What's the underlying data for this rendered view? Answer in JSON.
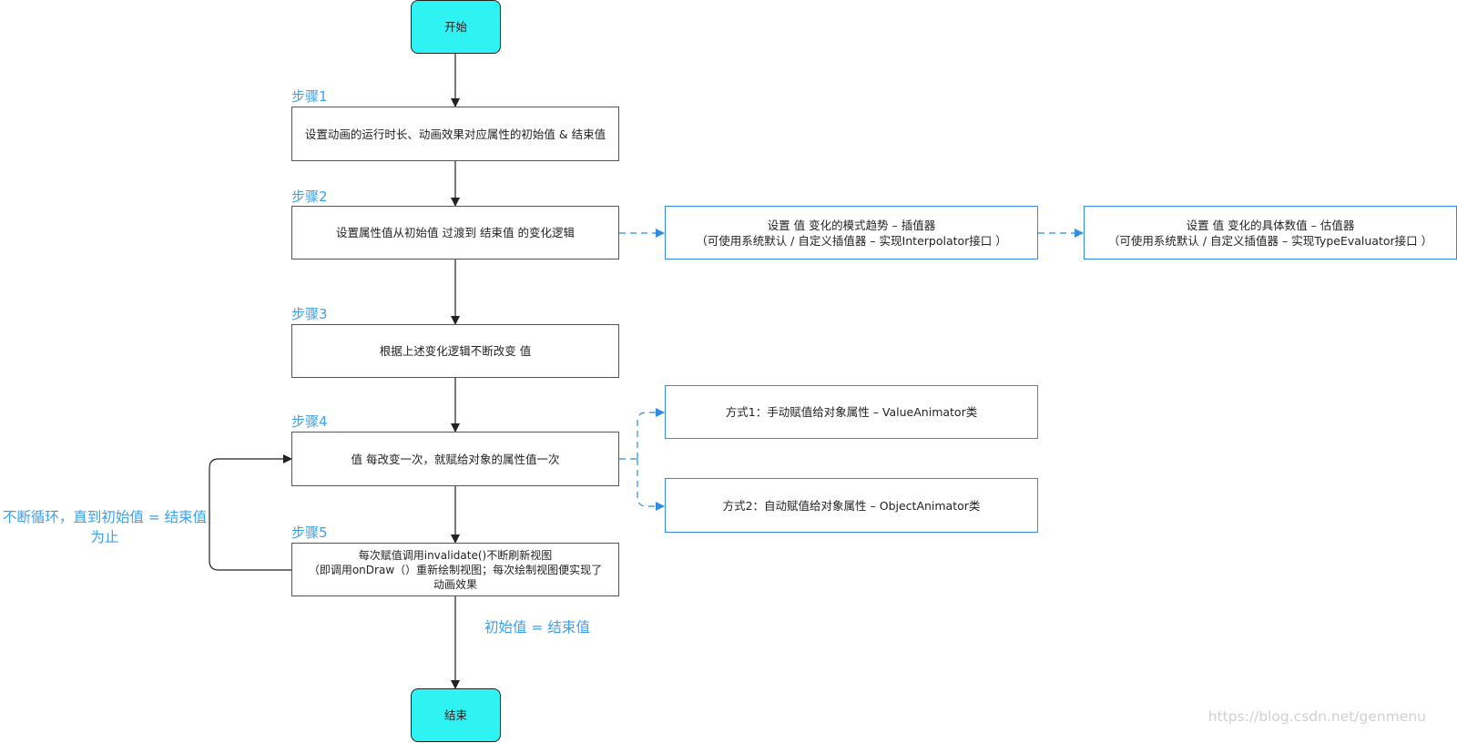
{
  "nodes": {
    "start": "开始",
    "step1": "设置动画的运行时长、动画效果对应属性的初始值 & 结束值",
    "step2": "设置属性值从初始值 过渡到 结束值 的变化逻辑",
    "interpolator": "设置 值 变化的模式趋势 – 插值器\n（可使用系统默认 / 自定义插值器 – 实现Interpolator接口 ）",
    "evaluator": "设置 值 变化的具体数值 – 估值器\n（可使用系统默认 / 自定义插值器 – 实现TypeEvaluator接口 ）",
    "step3": "根据上述变化逻辑不断改变 值",
    "step4": "值 每改变一次，就赋给对象的属性值一次",
    "mode1": "方式1：手动赋值给对象属性 – ValueAnimator类",
    "mode2": "方式2：自动赋值给对象属性 – ObjectAnimator类",
    "step5": "每次赋值调用invalidate()不断刷新视图\n（即调用onDraw（）重新绘制视图；每次绘制视图便实现了\n动画效果",
    "end": "结束"
  },
  "step_labels": {
    "s1": "步骤1",
    "s2": "步骤2",
    "s3": "步骤3",
    "s4": "步骤4",
    "s5": "步骤5"
  },
  "annotations": {
    "loop": "不断循环，直到初始值 = 结束值\n为止",
    "exit": "初始值 = 结束值"
  },
  "watermark": "https://blog.csdn.net/genmenu",
  "colors": {
    "terminal_fill": "#2ff2f2",
    "accent_blue": "#3aa0f0",
    "box_border": "#555555",
    "blue_border": "#2f8ce0",
    "arrow": "#222222"
  }
}
